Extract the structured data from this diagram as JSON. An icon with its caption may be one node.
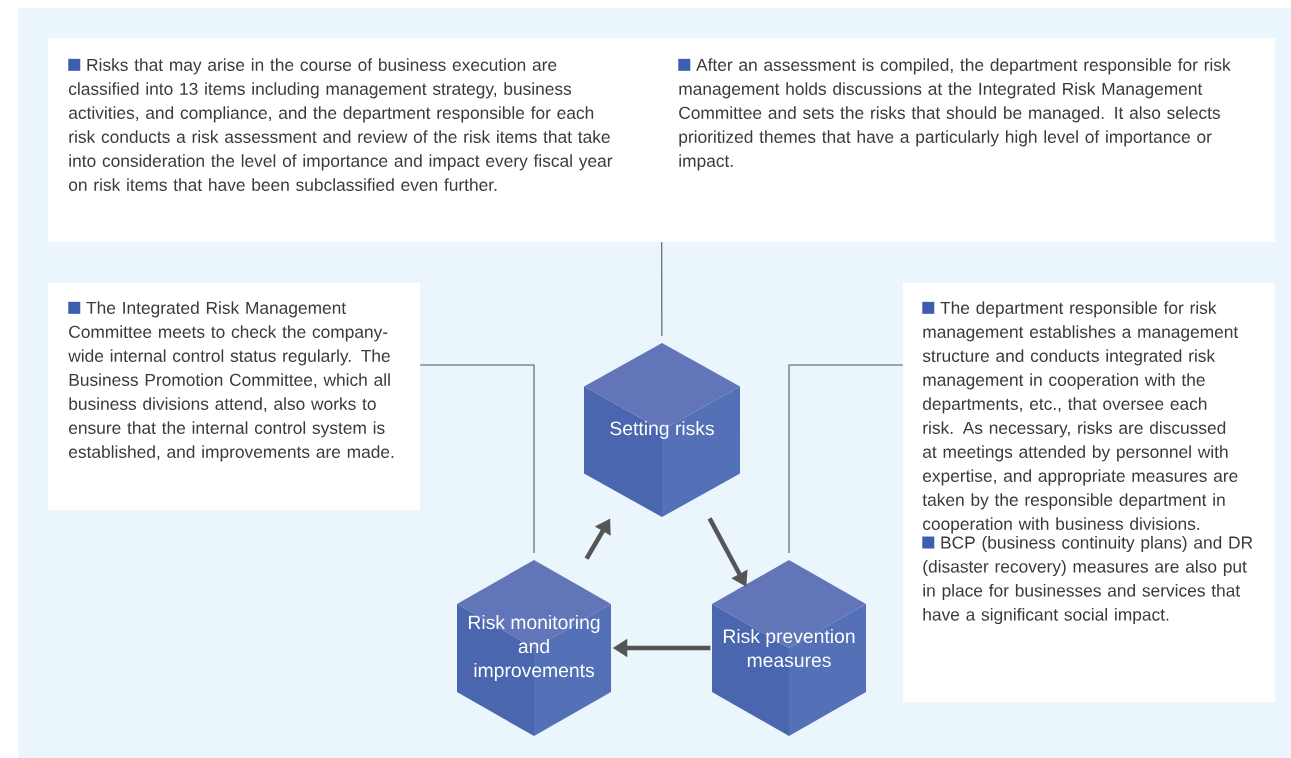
{
  "diagram": {
    "nodes": [
      {
        "text": [
          "Risks that may arise in the course of business execution are classified into 13 items including management strategy, business activities, and compliance, and the department responsible for each risk conducts a risk assessment and review of the risk items that take into consideration the level of importance and impact every fiscal year on risk items that have been subclassified even further.",
          "After an assessment is compiled, the department responsible for risk management holds discussions at the Integrated Risk Management Committee and sets the risks that should be managed. It also selects prioritized themes that have a particularly high level of importance or impact."
        ]
      },
      {
        "text": [
          "The Integrated Risk Management Committee meets to check the company-wide internal control status regularly. The Business Promotion Committee, which all business divisions attend, also works to ensure that the internal control system is established, and improvements are made."
        ]
      },
      {
        "text": [
          "The department responsible for risk management establishes a management structure and conducts integrated risk management in cooperation with the departments, etc., that oversee each risk. As necessary, risks are discussed at meetings attended by personnel with expertise, and appropriate measures are taken by the responsible department in cooperation with business divisions.",
          "BCP (business continuity plans) and DR (disaster recovery) measures are also put in place for businesses and services that have a significant social impact."
        ]
      },
      {
        "text": [
          "Setting risks"
        ]
      },
      {
        "text": [
          "Risk monitoring and improvements"
        ]
      },
      {
        "text": [
          "Risk prevention measures"
        ]
      }
    ],
    "edges": [
      {
        "from": 0,
        "to": 3,
        "arrow": "none"
      },
      {
        "from": 1,
        "to": 4,
        "arrow": "none"
      },
      {
        "from": 2,
        "to": 5,
        "arrow": "none"
      },
      {
        "from": 3,
        "to": 5,
        "arrow": "to",
        "style": "thick"
      },
      {
        "from": 5,
        "to": 4,
        "arrow": "to",
        "style": "thick"
      },
      {
        "from": 4,
        "to": 3,
        "arrow": "to",
        "style": "thick"
      }
    ]
  }
}
